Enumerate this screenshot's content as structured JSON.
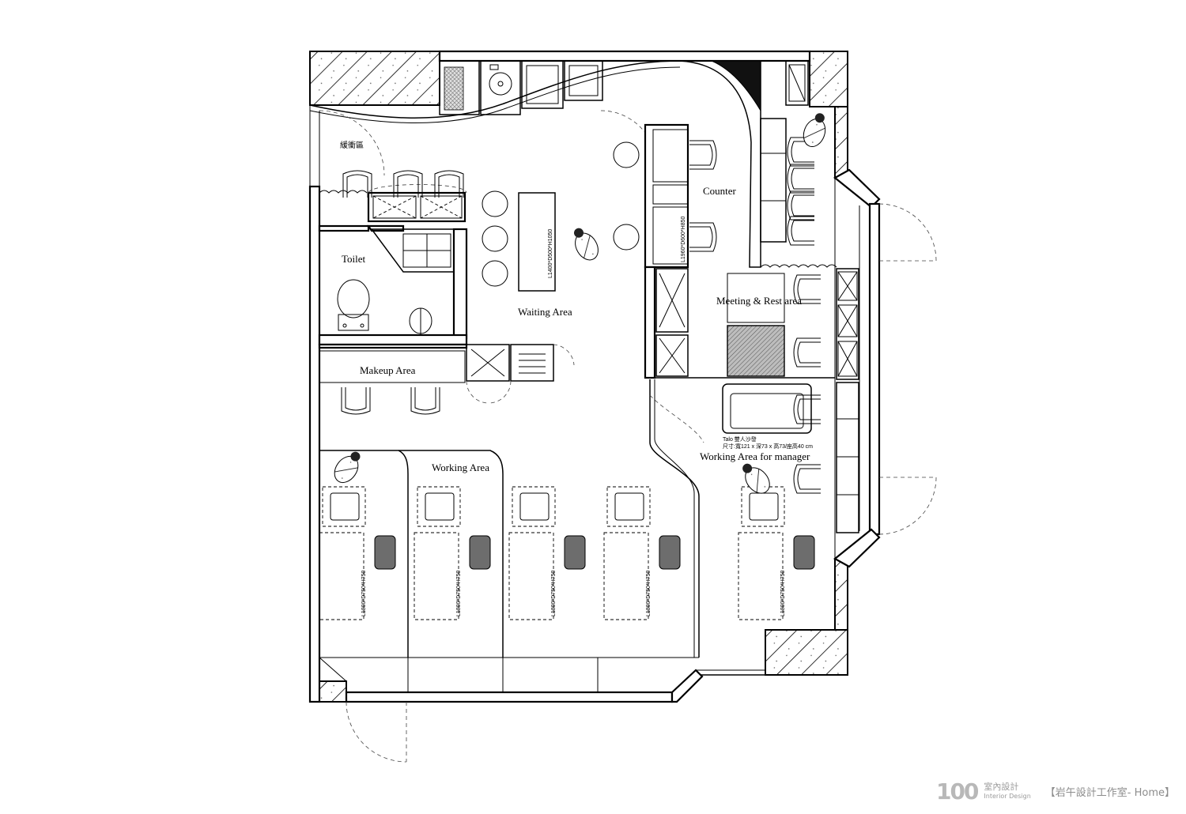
{
  "labels": {
    "buffer_zone": "緩衝區",
    "toilet": "Toilet",
    "waiting_area": "Waiting Area",
    "counter": "Counter",
    "meeting_rest_area": "Meeting & Rest  area",
    "makeup_area": "Makeup Area",
    "working_area": "Working Area",
    "working_area_manager": "Working Area for manager"
  },
  "dimensions": {
    "waiting_table": "L1400*D500*H1050",
    "counter": "L1960*D600*H850",
    "desk": "L1800*D750*H750"
  },
  "sofa_note": {
    "line1": "Talo 雙人沙發",
    "line2": "尺寸:寬121 x 深73 x 高73/座高40 cm"
  },
  "watermark": {
    "logo": "100",
    "cn": "室內設計",
    "en": "Interior Design",
    "studio": "【岩午設計工作室- Home】"
  }
}
